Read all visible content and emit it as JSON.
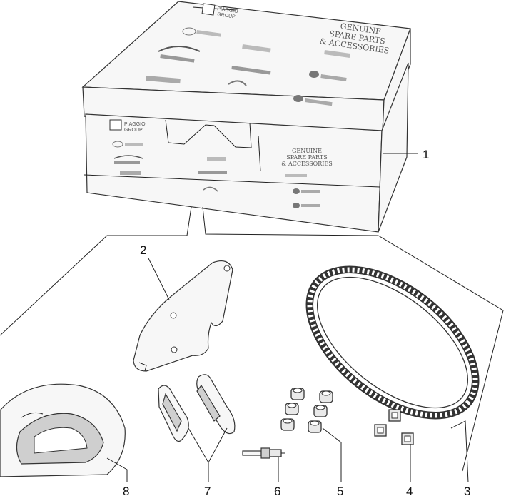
{
  "box": {
    "lid_brand": [
      "PIAGGIO",
      "GROUP"
    ],
    "lid_slogan": [
      "GENUINE",
      "SPARE PARTS",
      "& ACCESSORIES"
    ],
    "front_brand": [
      "PIAGGIO",
      "GROUP"
    ],
    "front_slogan": [
      "GENUINE",
      "SPARE PARTS",
      "& ACCESSORIES"
    ]
  },
  "callouts": [
    {
      "id": "1",
      "label": "1"
    },
    {
      "id": "2",
      "label": "2"
    },
    {
      "id": "3",
      "label": "3"
    },
    {
      "id": "4",
      "label": "4"
    },
    {
      "id": "5",
      "label": "5"
    },
    {
      "id": "6",
      "label": "6"
    },
    {
      "id": "7",
      "label": "7"
    },
    {
      "id": "8",
      "label": "8"
    }
  ]
}
